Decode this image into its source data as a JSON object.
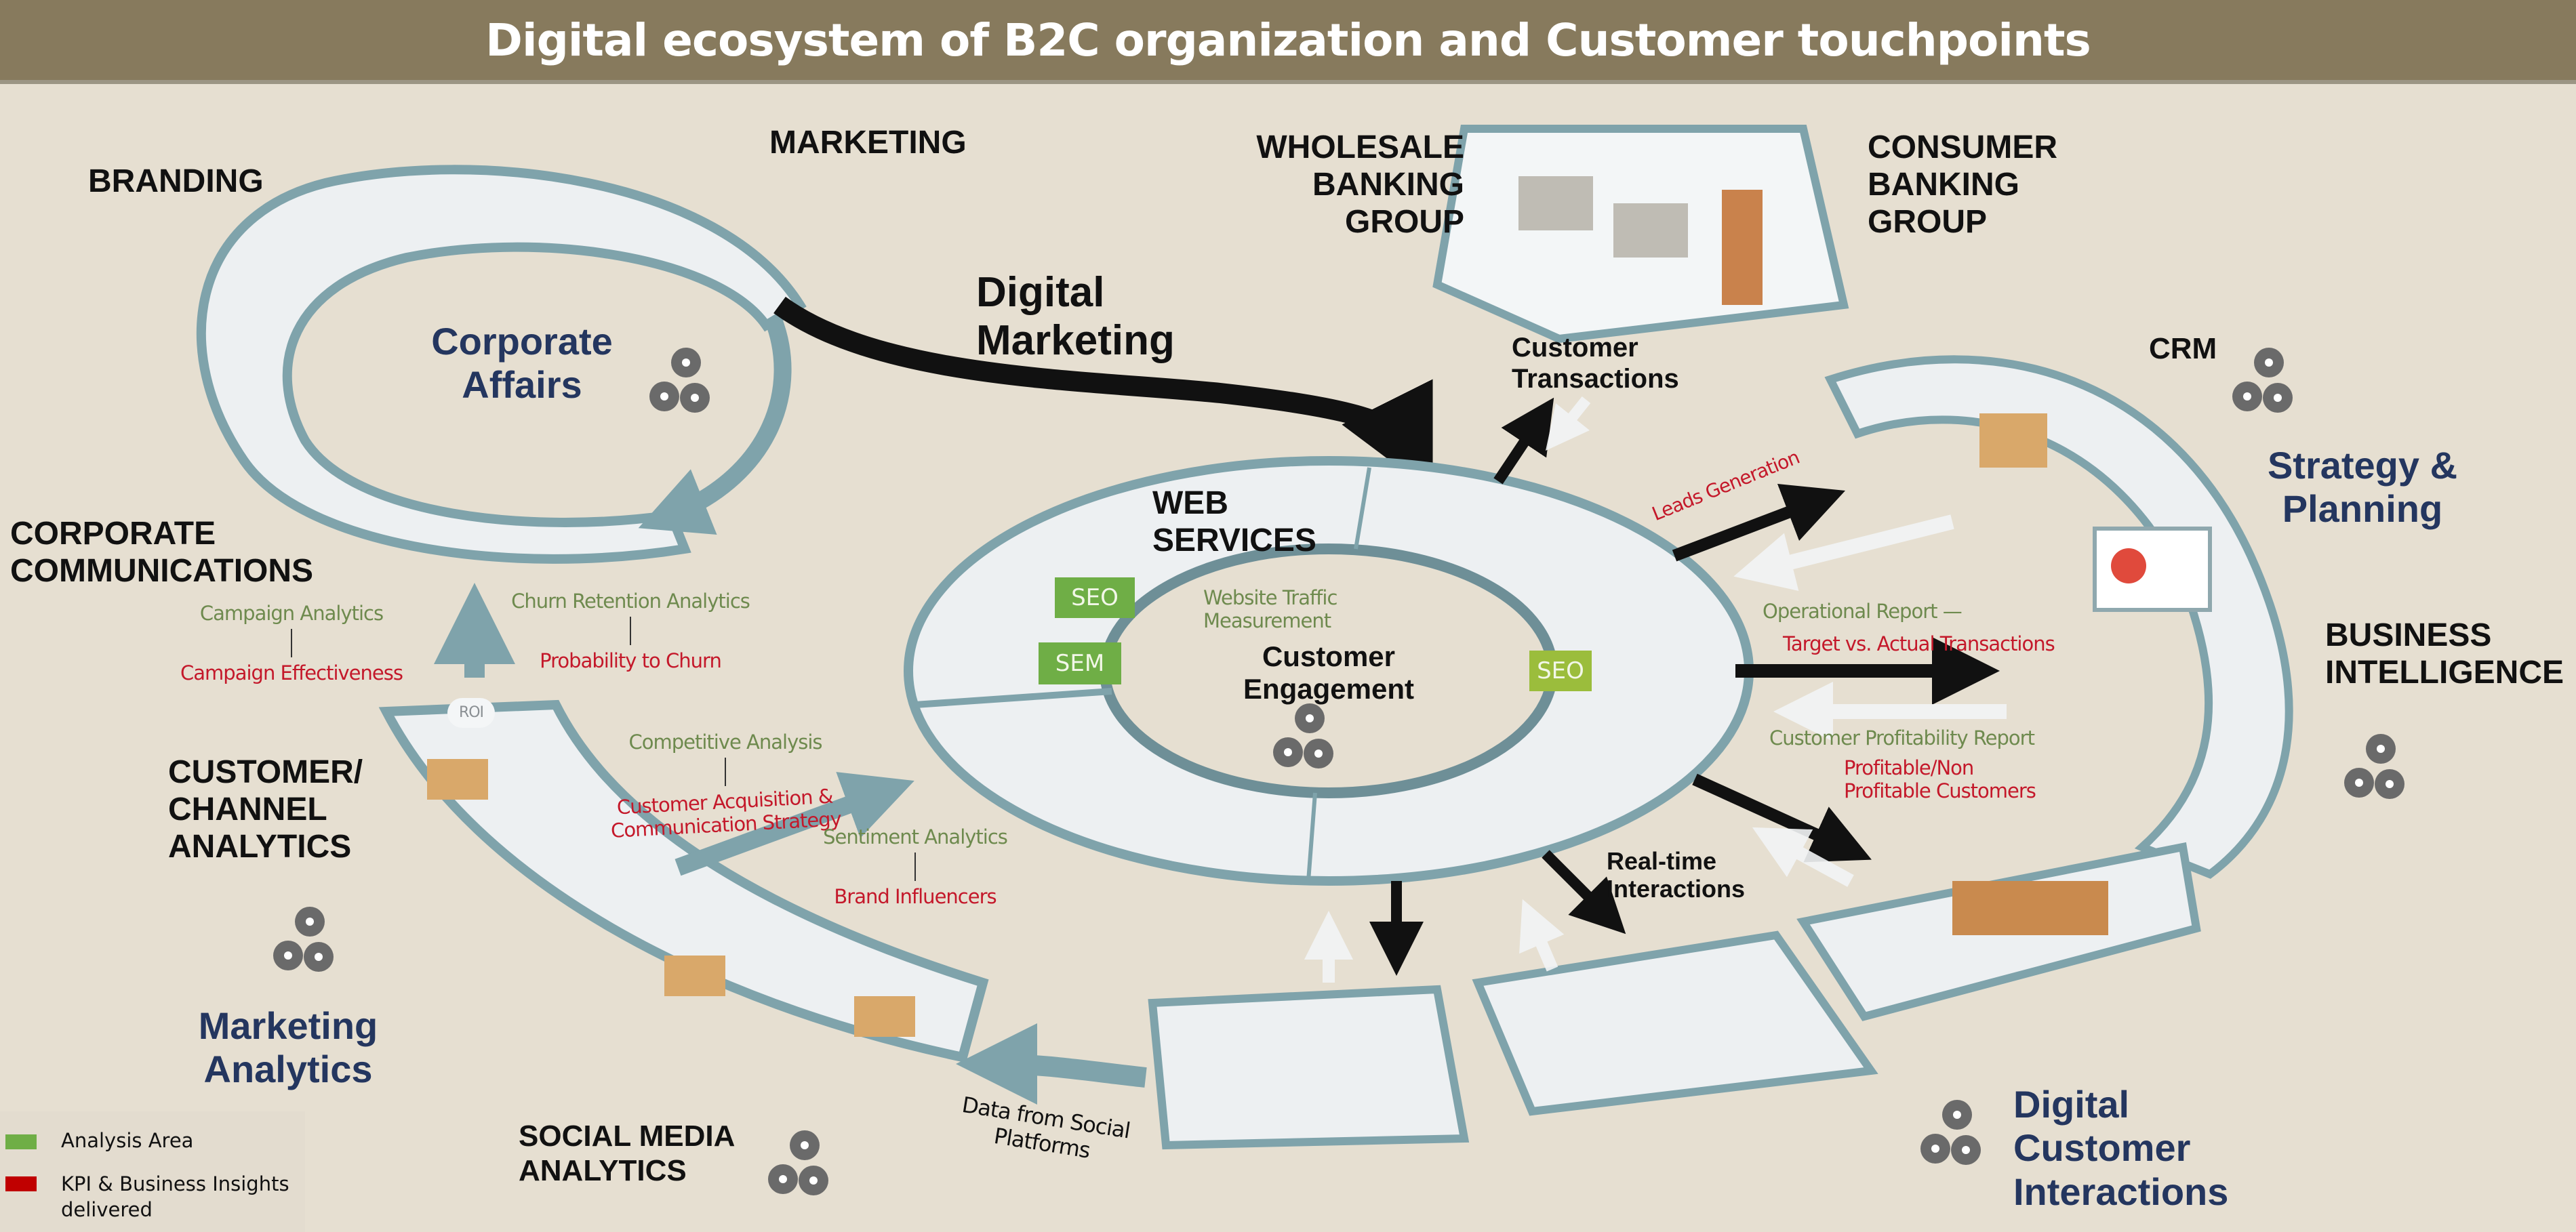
{
  "title": "Digital ecosystem of B2C organization and Customer touchpoints",
  "colors": {
    "title_bar": "#877a5d",
    "background": "#e6dfd1",
    "section_heading_blue": "#24365f",
    "analysis_green": "#6fae46",
    "kpi_red": "#c00000",
    "platform": "#edf0f2",
    "platform_edge": "#7fa3ab"
  },
  "sections": {
    "corporate_affairs": {
      "heading": "Corporate Affairs",
      "units": [
        "BRANDING",
        "MARKETING",
        "CORPORATE COMMUNICATIONS"
      ]
    },
    "digital_marketing": {
      "heading": "Digital Marketing"
    },
    "banking": {
      "wholesale": "WHOLESALE BANKING GROUP",
      "consumer": "CONSUMER BANKING GROUP",
      "flow": "Customer Transactions"
    },
    "customer_engagement": {
      "heading": "Customer Engagement",
      "web_services": "WEB SERVICES",
      "chips": [
        "SEO",
        "SEM",
        "SEO"
      ],
      "analysis": "Website Traffic Measurement"
    },
    "strategy_planning": {
      "heading": "Strategy & Planning",
      "units": [
        "CRM",
        "BUSINESS INTELLIGENCE"
      ]
    },
    "marketing_analytics": {
      "heading": "Marketing Analytics",
      "units": [
        "CUSTOMER/ CHANNEL ANALYTICS",
        "SOCIAL MEDIA ANALYTICS"
      ]
    },
    "digital_customer_interactions": {
      "heading": "Digital Customer Interactions",
      "flow": "Real-time Interactions",
      "social_flow": "Data from Social Platforms"
    }
  },
  "insights": [
    {
      "analysis": "Campaign Analytics",
      "kpi": "Campaign Effectiveness"
    },
    {
      "analysis": "Churn Retention Analytics",
      "kpi": "Probability to Churn"
    },
    {
      "analysis": "Competitive Analysis",
      "kpi": "Customer Acquisition & Communication Strategy"
    },
    {
      "analysis": "Sentiment Analytics",
      "kpi": "Brand Influencers"
    },
    {
      "analysis": "Operational Report —",
      "kpi": "Target vs. Actual Transactions"
    },
    {
      "analysis": "Customer Profitability Report",
      "kpi": "Profitable/Non Profitable Customers"
    }
  ],
  "flows": {
    "leads": "Leads Generation",
    "roi": "ROI"
  },
  "legend": [
    {
      "label": "Analysis Area",
      "color": "#6fae46"
    },
    {
      "label": "KPI & Business Insights delivered",
      "color": "#c00000"
    }
  ],
  "icons": [
    "gears-icon",
    "check-bubble-icon",
    "question-bubble-icon",
    "facebook-icon",
    "twitter-icon",
    "email-icon",
    "atm-icon",
    "desk-icon"
  ]
}
